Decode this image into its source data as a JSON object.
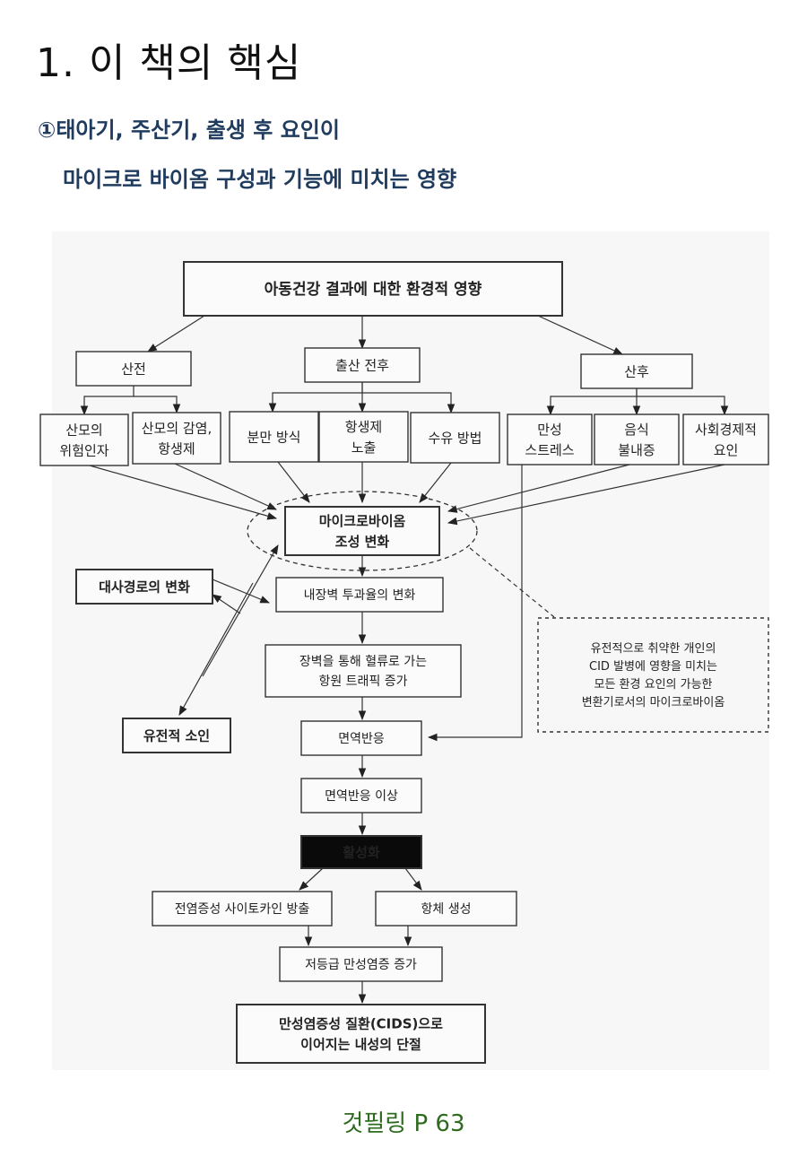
{
  "header": {
    "title": "1. 이 책의 핵심",
    "subtitle_line1": "①태아기, 주산기, 출생 후 요인이",
    "subtitle_line2": "마이크로 바이옴 구성과 기능에 미치는 영향"
  },
  "diagram": {
    "nodes": [
      {
        "id": "root",
        "lines": [
          "아동건강 결과에 대한 환경적 영향"
        ],
        "bold": true
      },
      {
        "id": "prenatal",
        "lines": [
          "산전"
        ]
      },
      {
        "id": "perinatal",
        "lines": [
          "출산 전후"
        ]
      },
      {
        "id": "postnatal",
        "lines": [
          "산후"
        ]
      },
      {
        "id": "maternal-risk",
        "lines": [
          "산모의",
          "위험인자"
        ]
      },
      {
        "id": "maternal-infection",
        "lines": [
          "산모의 감염,",
          "항생제"
        ]
      },
      {
        "id": "delivery-mode",
        "lines": [
          "분만 방식"
        ]
      },
      {
        "id": "antibiotic-exposure",
        "lines": [
          "항생제",
          "노출"
        ]
      },
      {
        "id": "feeding-method",
        "lines": [
          "수유 방법"
        ]
      },
      {
        "id": "chronic-stress",
        "lines": [
          "만성",
          "스트레스"
        ]
      },
      {
        "id": "food-intolerance",
        "lines": [
          "음식",
          "불내증"
        ]
      },
      {
        "id": "socioeconomic",
        "lines": [
          "사회경제적",
          "요인"
        ]
      },
      {
        "id": "microbiome-change",
        "lines": [
          "마이크로바이옴",
          "조성 변화"
        ],
        "bold": true
      },
      {
        "id": "metabolic-change",
        "lines": [
          "대사경로의 변화"
        ],
        "bold": true
      },
      {
        "id": "permeability-change",
        "lines": [
          "내장벽 투과율의 변화"
        ]
      },
      {
        "id": "antigen-traffic",
        "lines": [
          "장벽을 통해 혈류로 가는",
          "항원 트래픽 증가"
        ]
      },
      {
        "id": "genetic-predisposition",
        "lines": [
          "유전적 소인"
        ],
        "bold": true
      },
      {
        "id": "immune-response",
        "lines": [
          "면역반응"
        ]
      },
      {
        "id": "immune-abnormal",
        "lines": [
          "면역반응 이상"
        ]
      },
      {
        "id": "activation",
        "lines": [
          "활성화"
        ],
        "bold": true,
        "inverted": true
      },
      {
        "id": "cytokine-release",
        "lines": [
          "전염증성 사이토카인 방출"
        ]
      },
      {
        "id": "antibody-production",
        "lines": [
          "항체 생성"
        ]
      },
      {
        "id": "low-grade-inflammation",
        "lines": [
          "저등급 만성염증 증가"
        ]
      },
      {
        "id": "tolerance-breakdown",
        "lines": [
          "만성염증성 질환(CIDS)으로",
          "이어지는 내성의 단절"
        ],
        "bold": true
      },
      {
        "id": "note",
        "lines": [
          "유전적으로 취약한 개인의",
          "CID 발병에 영향을 미치는",
          "모든 환경 요인의 가능한",
          "변환기로서의 마이크로바이옴"
        ],
        "dashed": true
      }
    ],
    "edges": [
      [
        "root",
        "prenatal"
      ],
      [
        "root",
        "perinatal"
      ],
      [
        "root",
        "postnatal"
      ],
      [
        "prenatal",
        "maternal-risk"
      ],
      [
        "prenatal",
        "maternal-infection"
      ],
      [
        "perinatal",
        "delivery-mode"
      ],
      [
        "perinatal",
        "antibiotic-exposure"
      ],
      [
        "perinatal",
        "feeding-method"
      ],
      [
        "postnatal",
        "chronic-stress"
      ],
      [
        "postnatal",
        "food-intolerance"
      ],
      [
        "postnatal",
        "socioeconomic"
      ],
      [
        "maternal-risk",
        "microbiome-change"
      ],
      [
        "maternal-infection",
        "microbiome-change"
      ],
      [
        "delivery-mode",
        "microbiome-change"
      ],
      [
        "antibiotic-exposure",
        "microbiome-change"
      ],
      [
        "feeding-method",
        "microbiome-change"
      ],
      [
        "food-intolerance",
        "microbiome-change"
      ],
      [
        "socioeconomic",
        "microbiome-change"
      ],
      [
        "chronic-stress",
        "immune-response"
      ],
      [
        "microbiome-change",
        "permeability-change"
      ],
      [
        "metabolic-change",
        "permeability-change"
      ],
      [
        "permeability-change",
        "metabolic-change"
      ],
      [
        "genetic-predisposition",
        "microbiome-change"
      ],
      [
        "microbiome-change",
        "genetic-predisposition"
      ],
      [
        "permeability-change",
        "antigen-traffic"
      ],
      [
        "antigen-traffic",
        "immune-response"
      ],
      [
        "immune-response",
        "immune-abnormal"
      ],
      [
        "immune-abnormal",
        "activation"
      ],
      [
        "activation",
        "cytokine-release"
      ],
      [
        "activation",
        "antibody-production"
      ],
      [
        "cytokine-release",
        "low-grade-inflammation"
      ],
      [
        "antibody-production",
        "low-grade-inflammation"
      ],
      [
        "low-grade-inflammation",
        "tolerance-breakdown"
      ]
    ]
  },
  "footer": {
    "source": "것필링 P 63"
  }
}
